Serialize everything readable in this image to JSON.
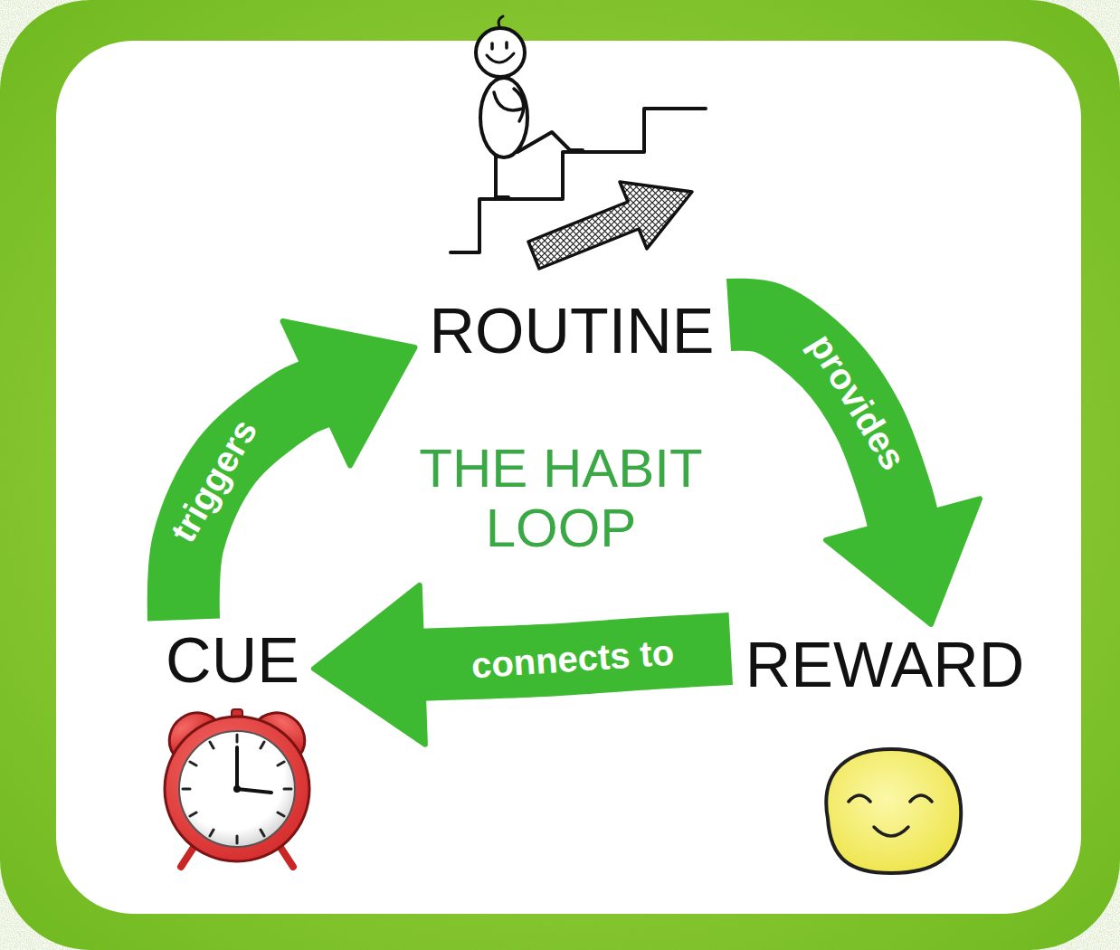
{
  "diagram": {
    "title": "THE HABIT LOOP",
    "nodes": [
      {
        "text": [
          "ROUTINE"
        ]
      },
      {
        "text": [
          "CUE"
        ]
      },
      {
        "text": [
          "REWARD"
        ]
      }
    ],
    "edges": [
      {
        "from": 1,
        "to": 0,
        "arrow": "to",
        "label": "triggers"
      },
      {
        "from": 0,
        "to": 2,
        "arrow": "to",
        "label": "provides"
      },
      {
        "from": 2,
        "to": 1,
        "arrow": "to",
        "label": "connects to"
      }
    ]
  }
}
